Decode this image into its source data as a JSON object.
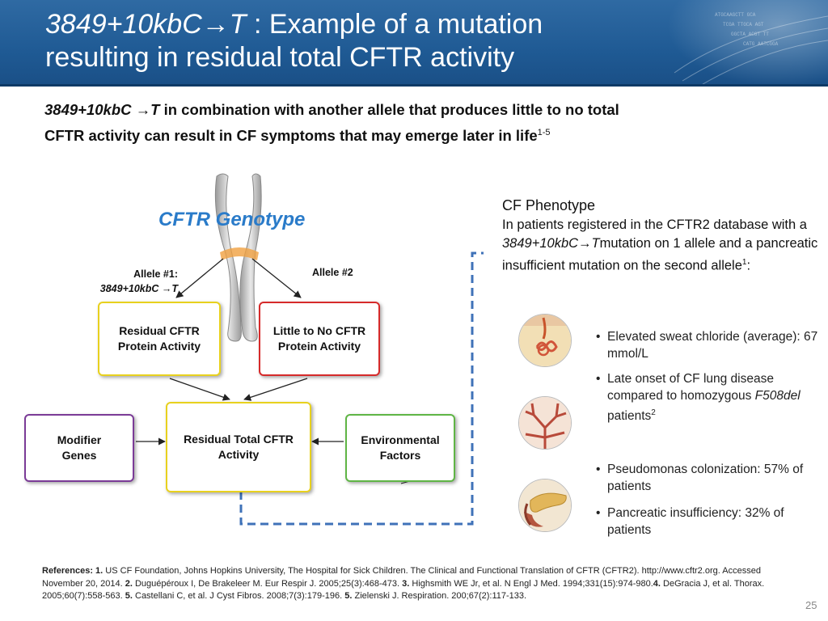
{
  "header": {
    "title_line1_mut": "3849+10kbC→T",
    "title_line1_rest": " : Example of a mutation",
    "title_line2": "resulting in residual total CFTR activity"
  },
  "subtitle": {
    "mut": "3849+10kbC →T",
    "line1_rest": " in combination with another allele that produces little to no total",
    "line2": "CFTR activity can result in CF symptoms that may emerge later in life",
    "sup": "1-5"
  },
  "diagram": {
    "genotype_label": "CFTR Genotype",
    "allele1_label": "Allele #1:",
    "allele1_mut": "3849+10kbC →T",
    "allele2_label": "Allele #2",
    "box_residual_protein": "Residual CFTR Protein Activity",
    "box_little_to_no": "Little to No CFTR Protein Activity",
    "box_residual_total": "Residual Total CFTR  Activity",
    "box_modifier": "Modifier Genes",
    "box_environmental": "Environmental Factors",
    "colors": {
      "yellow": "#e8d11e",
      "red": "#d62a2a",
      "purple": "#7b3b97",
      "green": "#5fb545",
      "dashed": "#3f72b8"
    }
  },
  "phenotype": {
    "heading": "CF Phenotype",
    "body_a": "In patients registered in the CFTR2 database with a ",
    "body_mut": "3849+10kbC→T",
    "body_b": "mutation on 1 allele and a pancreatic insufficient mutation on the second allele",
    "body_sup": "1",
    "body_end": ":",
    "bullets": {
      "b1": "Elevated  sweat  chloride (average):  67 mmol/L",
      "b2_a": "Late onset of CF lung disease compared to homozygous ",
      "b2_ital": "F508del",
      "b2_b": " patients",
      "b2_sup": "2",
      "b3": "Pseudomonas  colonization: 57% of patients",
      "b4": "Pancreatic  insufficiency: 32% of patients"
    },
    "icons": [
      "sweat-gland-icon",
      "lung-airways-icon",
      "pancreas-icon"
    ]
  },
  "references": {
    "label": "References: ",
    "r1_num": "1.",
    "r1": " US CF Foundation, Johns Hopkins University, The Hospital for Sick Children. The Clinical and Functional Translation of CFTR (CFTR2). http://www.cftr2.org. Accessed November 20, 2014. ",
    "r2_num": "2.",
    "r2": " Duguépéroux I, De Brakeleer M. Eur Respir J. 2005;25(3):468-473. ",
    "r3_num": "3.",
    "r3": " Highsmith WE Jr, et al. N Engl J Med. 1994;331(15):974-980.",
    "r4_num": "4.",
    "r4": " DeGracia J, et al. Thorax. 2005;60(7):558-563. ",
    "r5_num": "5.",
    "r5": " Castellani C, et al. J Cyst Fibros. 2008;7(3):179-196. ",
    "r6_num": "5.",
    "r6": " Zielenski J. Respiration. 200;67(2):117-133."
  },
  "page_number": "25"
}
